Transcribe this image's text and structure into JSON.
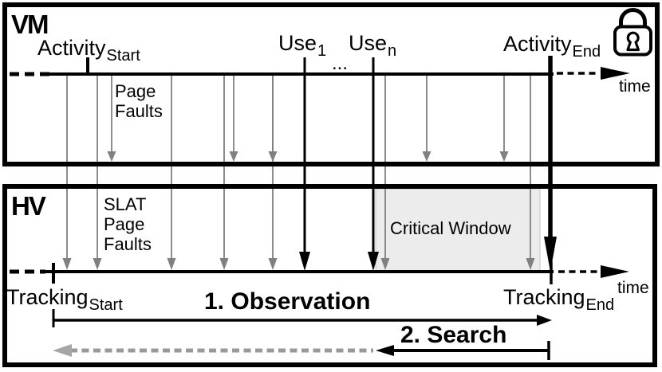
{
  "vm": {
    "label": "VM",
    "activity_start": {
      "main": "Activity",
      "sub": "Start"
    },
    "use_1": {
      "main": "Use",
      "sub": "1"
    },
    "ellipsis": "...",
    "use_n": {
      "main": "Use",
      "sub": "n"
    },
    "activity_end": {
      "main": "Activity",
      "sub": "End"
    },
    "page_faults": "Page\nFaults",
    "time": "time"
  },
  "hv": {
    "label": "HV",
    "slat_page_faults": "SLAT\nPage\nFaults",
    "critical_window": "Critical Window",
    "tracking_start": {
      "main": "Tracking",
      "sub": "Start"
    },
    "tracking_end": {
      "main": "Tracking",
      "sub": "End"
    },
    "time": "time",
    "observation": "1. Observation",
    "search": "2. Search"
  },
  "icons": {
    "lock": "lock-icon"
  },
  "colors": {
    "ink": "#000000",
    "arrow_gray": "#808080",
    "critical_window_fill": "#ECECEC",
    "search_dash_gray": "#999999"
  }
}
